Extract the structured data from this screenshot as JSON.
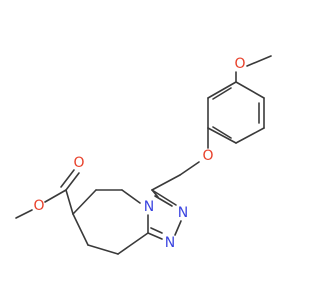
{
  "colors": {
    "bond": "#3a3a3a",
    "oxygen": "#e8402a",
    "nitrogen": "#3a44e0"
  },
  "atoms": {
    "o_methoxy_top": "O",
    "o_ether": "O",
    "n_ring_junction": "N",
    "n_triazole_right": "N",
    "n_triazole_bottom": "N",
    "o_carbonyl": "O",
    "o_ester": "O"
  }
}
